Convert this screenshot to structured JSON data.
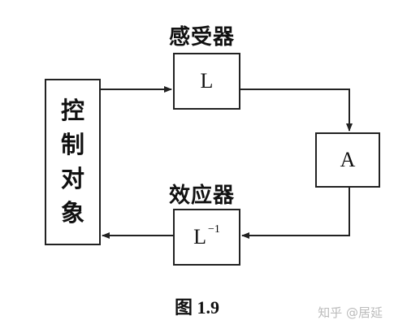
{
  "blocks": {
    "controlled_object": {
      "chars": [
        "控",
        "制",
        "对",
        "象"
      ]
    },
    "sensor": {
      "title": "感受器",
      "symbol": "L"
    },
    "amplifier": {
      "symbol": "A"
    },
    "effector": {
      "title": "效应器",
      "symbol": "L",
      "superscript": "−1"
    }
  },
  "caption": "图 1.9",
  "watermark": "知乎 @居延"
}
